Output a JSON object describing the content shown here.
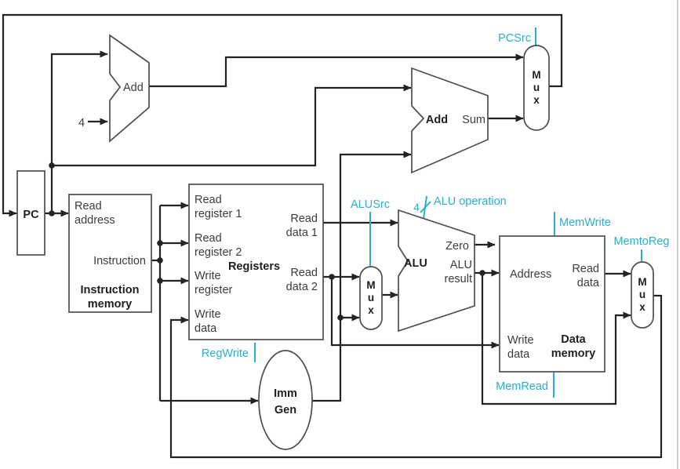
{
  "diagram_type": "RISC-V single-cycle datapath",
  "colors": {
    "wire": "#262224",
    "control_signal": "#2bafd0",
    "box_border": "#4d4d4e",
    "background": "#ffffff",
    "page_edge": "#c9c9c9"
  },
  "components": {
    "pc": {
      "label": "PC"
    },
    "pc_adder": {
      "label": "Add",
      "constant": "4"
    },
    "branch_adder": {
      "label": "Add",
      "output_label": "Sum"
    },
    "pcsrc_mux": {
      "letters": [
        "M",
        "u",
        "x"
      ]
    },
    "alusrc_mux": {
      "letters": [
        "M",
        "u",
        "x"
      ]
    },
    "memtoreg_mux": {
      "letters": [
        "M",
        "u",
        "x"
      ]
    },
    "instruction_memory": {
      "title_line1": "Instruction",
      "title_line2": "memory",
      "port_read_address_line1": "Read",
      "port_read_address_line2": "address",
      "port_instruction": "Instruction"
    },
    "registers": {
      "title": "Registers",
      "port_read_register1_line1": "Read",
      "port_read_register1_line2": "register 1",
      "port_read_register2_line1": "Read",
      "port_read_register2_line2": "register 2",
      "port_write_register_line1": "Write",
      "port_write_register_line2": "register",
      "port_write_data_line1": "Write",
      "port_write_data_line2": "data",
      "port_read_data1_line1": "Read",
      "port_read_data1_line2": "data 1",
      "port_read_data2_line1": "Read",
      "port_read_data2_line2": "data 2"
    },
    "imm_gen": {
      "label_line1": "Imm",
      "label_line2": "Gen"
    },
    "alu": {
      "label": "ALU",
      "port_zero": "Zero",
      "port_result_line1": "ALU",
      "port_result_line2": "result"
    },
    "data_memory": {
      "title_line1": "Data",
      "title_line2": "memory",
      "port_address": "Address",
      "port_read_data_line1": "Read",
      "port_read_data_line2": "data",
      "port_write_data_line1": "Write",
      "port_write_data_line2": "data"
    }
  },
  "control_signals": {
    "pcsrc": "PCSrc",
    "regwrite": "RegWrite",
    "alusrc": "ALUSrc",
    "alu_operation": "ALU operation",
    "alu_operation_width": "4",
    "memwrite": "MemWrite",
    "memread": "MemRead",
    "memtoreg": "MemtoReg"
  }
}
